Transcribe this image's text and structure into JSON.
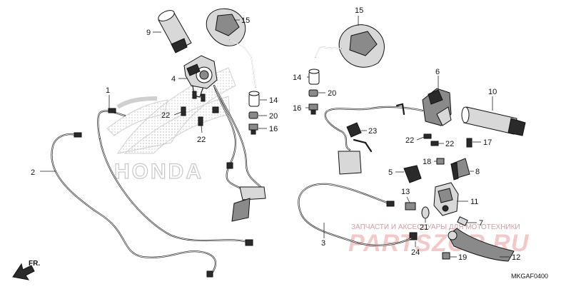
{
  "callouts": {
    "c1": "1",
    "c2": "2",
    "c3": "3",
    "c4": "4",
    "c5": "5",
    "c6": "6",
    "c7": "7",
    "c8": "8",
    "c9": "9",
    "c10": "10",
    "c11": "11",
    "c12": "12",
    "c13": "13",
    "c14a": "14",
    "c14b": "14",
    "c15a": "15",
    "c15b": "15",
    "c16a": "16",
    "c16b": "16",
    "c17": "17",
    "c18": "18",
    "c19": "19",
    "c20a": "20",
    "c20b": "20",
    "c21": "21",
    "c22a": "22",
    "c22b": "22",
    "c22c": "22",
    "c22d": "22",
    "c23": "23",
    "c24": "24"
  },
  "brand_watermark": "HONDA",
  "shop_watermark_small": "ЗАПЧАСТИ И АКСЕССУАРЫ ДЛЯ МОТОТЕХНИКИ",
  "shop_watermark_big": "PARTSZOR.RU",
  "front_marker": "FR.",
  "diagram_code": "MKGAF0400"
}
